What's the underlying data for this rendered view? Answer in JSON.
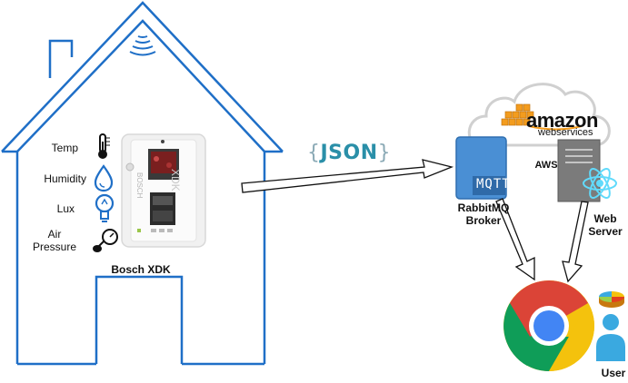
{
  "house": {
    "sensors": [
      {
        "label": "Temp",
        "icon": "thermometer-icon"
      },
      {
        "label": "Humidity",
        "icon": "water-drop-icon"
      },
      {
        "label": "Lux",
        "icon": "light-bulb-icon"
      },
      {
        "label": "Air\nPressure",
        "icon": "pressure-gauge-icon"
      }
    ],
    "device_label": "Bosch XDK",
    "device_logo_text": "XDK",
    "device_brand_text": "BOSCH"
  },
  "link": {
    "payload_open_brace": "{",
    "payload_text": "JSON",
    "payload_close_brace": "}"
  },
  "cloud": {
    "brand": "amazon",
    "brand_sub": "webservices",
    "aws_label": "AWS"
  },
  "broker": {
    "badge": "MQTT",
    "label": "RabbitMQ\nBroker"
  },
  "server": {
    "label": "Web\nServer"
  },
  "user": {
    "label": "User"
  },
  "colors": {
    "house_outline": "#1f6fc7",
    "broker_blue": "#4a8fd4",
    "server_gray": "#7b7b7b",
    "react_blue": "#61dafb",
    "aws_orange": "#f39c1e",
    "chrome_red": "#db4437",
    "chrome_yellow": "#f4c20d",
    "chrome_green": "#0f9d58",
    "chrome_blue": "#4285f4",
    "user_blue": "#3aa9e0"
  }
}
